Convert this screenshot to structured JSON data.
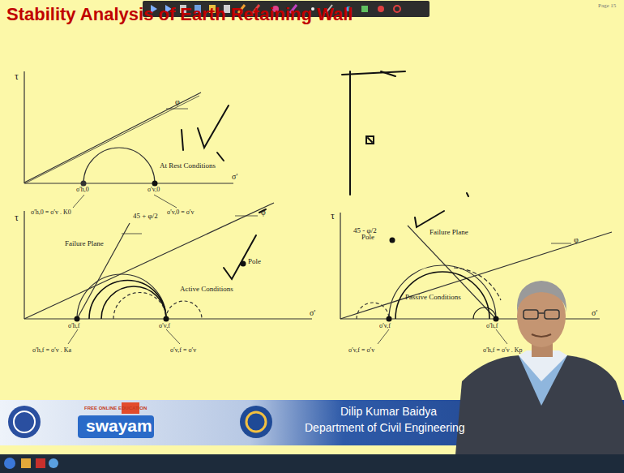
{
  "diagram": {
    "title": "Stability Analysis of Earth Retaining Wall",
    "labels": [
      "Page 15",
      "τ",
      "φ",
      "At Rest Conditions",
      "σ'h,0",
      "σ'v,0",
      "σ'",
      "σ'h,0 = σ'v . K0",
      "σ'v,0 = σ'v",
      "τ",
      "45 + φ/2",
      "φ",
      "Failure Plane",
      "Pole",
      "Active Conditions",
      "σ'",
      "σ'h,f",
      "σ'v,f",
      "σ'h,f = σ'v . Ka",
      "σ'v,f = σ'v",
      "τ",
      "45 - φ/2",
      "Failure Plane",
      "φ",
      "Pole",
      "Passive Conditions",
      "σ'",
      "σ'v,f",
      "σ'h,f",
      "σ'v,f = σ'v",
      "σ'h,f = σ'v . Kp",
      "FREE ONLINE EDUCATION",
      "swayam",
      "Dilip Kumar Baidya",
      "Department of Civil Engineering"
    ]
  }
}
